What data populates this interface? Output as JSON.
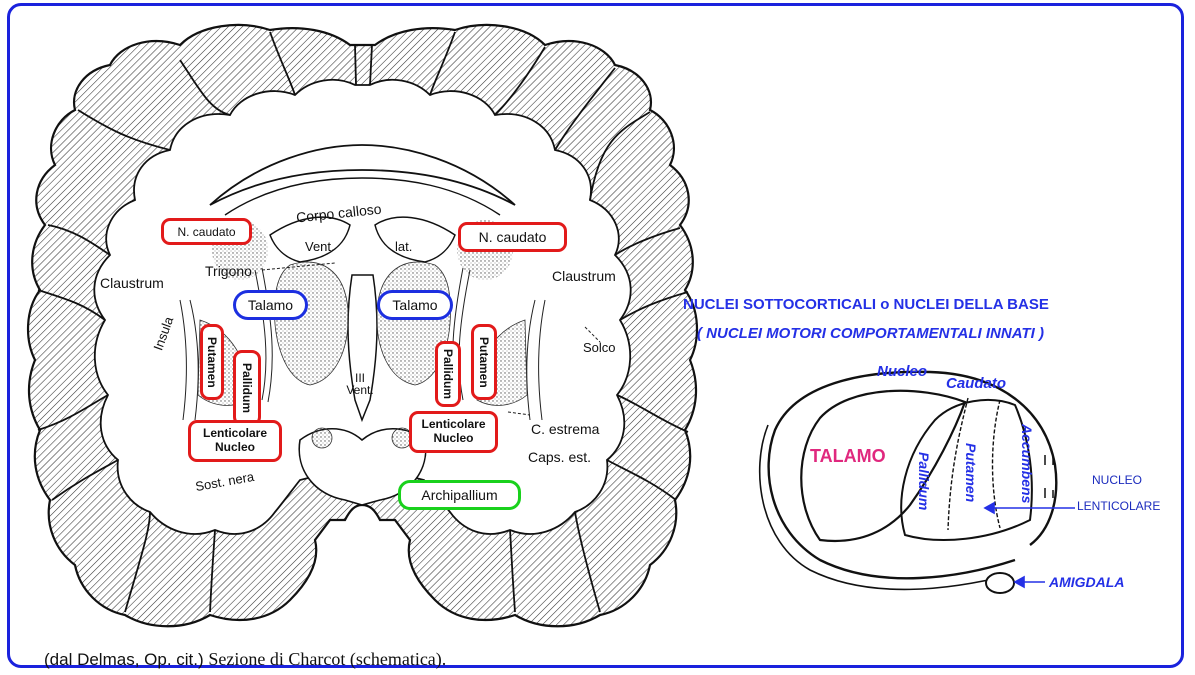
{
  "brain_section": {
    "labels": {
      "corpo_calloso": "Corpo calloso",
      "vent": "Vent.",
      "lat": "lat.",
      "trigono": "Trigono",
      "claustrum_left": "Claustrum",
      "claustrum_right": "Claustrum",
      "insula": "Insula",
      "solco": "Solco",
      "iii_vent": "III Vent.",
      "c_estrema": "C. estrema",
      "caps_est": "Caps. est.",
      "sost_nera": "Sost. nera"
    },
    "boxes": {
      "n_caudato_left": "N. caudato",
      "n_caudato_right": "N. caudato",
      "talamo_left": "Talamo",
      "talamo_right": "Talamo",
      "putamen_left": "Putamen",
      "putamen_right": "Putamen",
      "pallidum_left": "Pallidum",
      "pallidum_right": "Pallidum",
      "lenticolare_left_line1": "Lenticolare",
      "lenticolare_left_line2": "Nucleo",
      "lenticolare_right_line1": "Lenticolare",
      "lenticolare_right_line2": "Nucleo",
      "archipallium": "Archipallium"
    }
  },
  "schema": {
    "title_line1": "NUCLEI SOTTOCORTICALI o NUCLEI DELLA BASE",
    "title_line2_open": "(",
    "title_line2": "NUCLEI MOTORI COMPORTAMENTALI INNATI",
    "title_line2_close": ")",
    "nucleo": "Nucleo",
    "caudato": "Caudato",
    "talamo": "TALAMO",
    "pallidum": "Pallidum",
    "putamen": "Putamen",
    "accumbens": "Accumbens",
    "nucleo_lenticolare_line1": "NUCLEO",
    "nucleo_lenticolare_line2": "LENTICOLARE",
    "amigdala": "AMIGDALA"
  },
  "caption": {
    "source": "(dal Delmas, Op. cit.)",
    "title": "Sezione di Charcot (schematica)."
  },
  "colors": {
    "frame": "#1a22dd",
    "red_box": "#e21a1a",
    "blue_box": "#1c2fe0",
    "green_box": "#19d11c",
    "blue_text": "#2430e6",
    "talamo_pink": "#e0287e"
  }
}
